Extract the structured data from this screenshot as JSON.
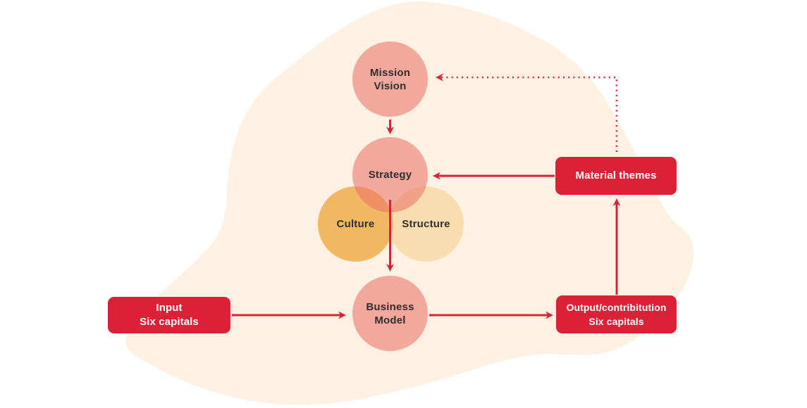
{
  "nodes": {
    "mission": {
      "label": "Mission\nVision"
    },
    "strategy": {
      "label": "Strategy"
    },
    "culture": {
      "label": "Culture"
    },
    "structure": {
      "label": "Structure"
    },
    "business": {
      "label": "Business\nModel"
    },
    "input": {
      "label": "Input\nSix capitals"
    },
    "material": {
      "label": "Material themes"
    },
    "output": {
      "label": "Output/contribitution\nSix capitals"
    }
  },
  "connections": [
    {
      "from": "mission",
      "to": "strategy",
      "style": "solid"
    },
    {
      "from": "strategy",
      "to": "business",
      "style": "solid"
    },
    {
      "from": "input",
      "to": "business",
      "style": "solid"
    },
    {
      "from": "business",
      "to": "output",
      "style": "solid"
    },
    {
      "from": "output",
      "to": "material",
      "style": "solid"
    },
    {
      "from": "material",
      "to": "strategy",
      "style": "solid"
    },
    {
      "from": "material",
      "to": "mission",
      "style": "dotted"
    }
  ],
  "colors": {
    "arrow_red": "#DA2138",
    "box_red": "#DA2138",
    "blob_cream": "#FCF1E2",
    "circle_salmon": "#F3A89D",
    "culture_orange": "#F2B763",
    "structure_sand": "#F8DEB3",
    "circle_text": "#322E2B",
    "box_text": "#FFFFFF",
    "page_background": "#FFFFFF"
  }
}
